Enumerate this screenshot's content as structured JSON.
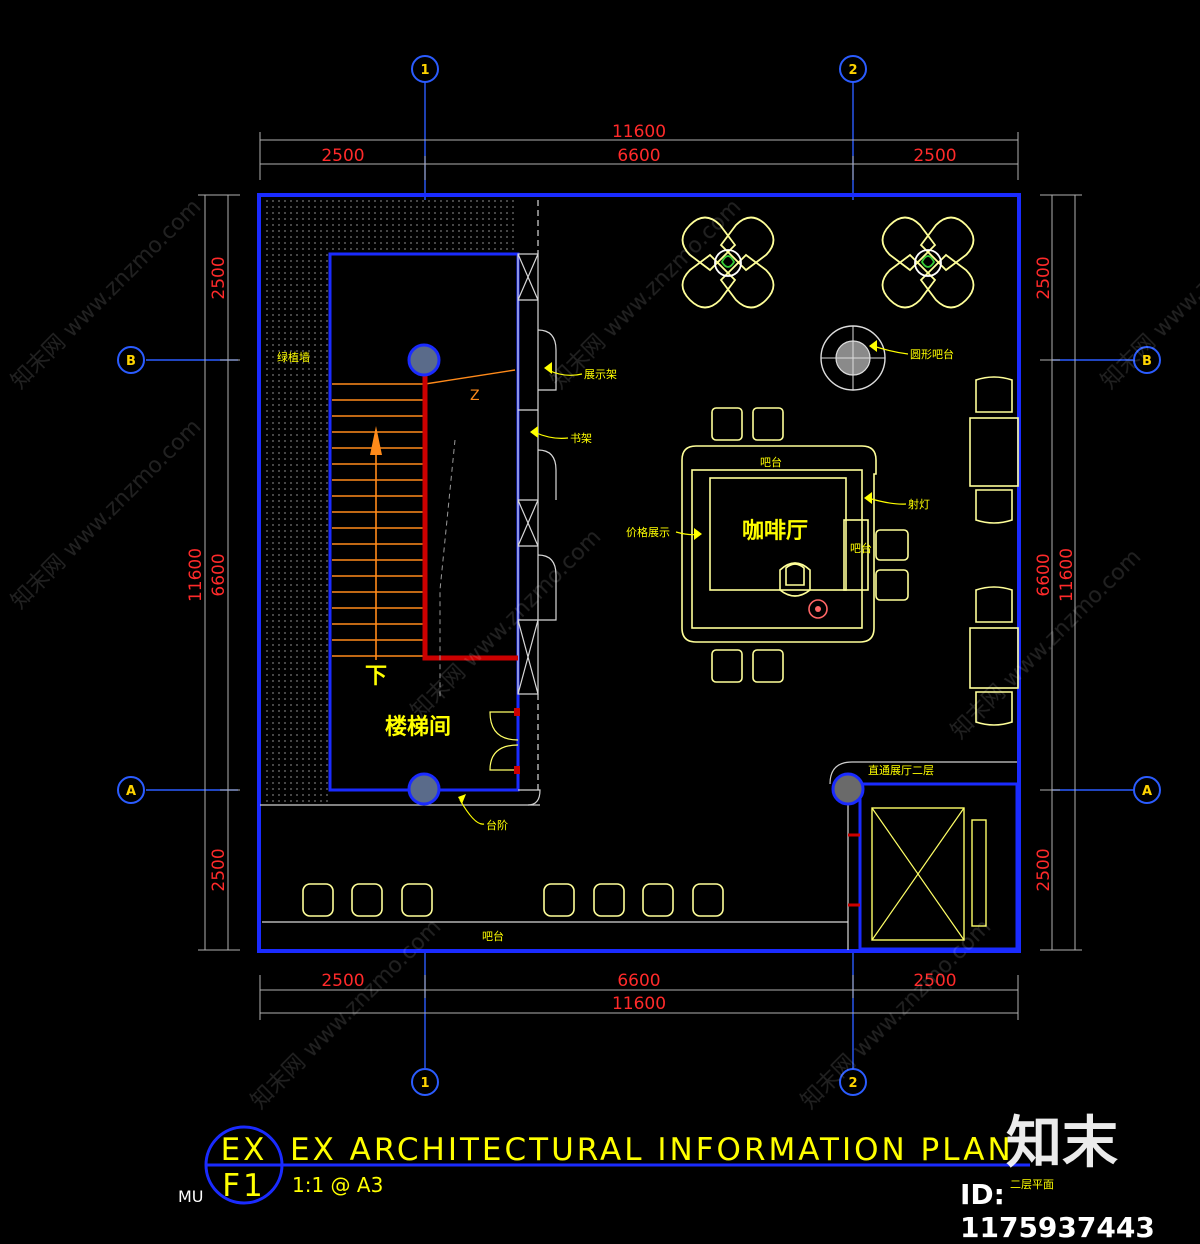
{
  "dimensions": {
    "top_total": "11600",
    "top_segments": [
      "2500",
      "6600",
      "2500"
    ],
    "bottom_segments": [
      "2500",
      "6600",
      "2500"
    ],
    "bottom_total": "11600",
    "left_segments": [
      "2500",
      "6600",
      "2500"
    ],
    "left_total": "11600",
    "right_segments": [
      "2500",
      "6600",
      "2500"
    ],
    "right_total": "11600"
  },
  "grid_axes": {
    "col1": "1",
    "col2": "2",
    "rowB": "B",
    "rowA": "A"
  },
  "rooms": {
    "stair": "楼梯间",
    "cafe": "咖啡厅",
    "stair_down": "下",
    "stair_break": "Z"
  },
  "labels": {
    "green_wall": "绿植墙",
    "display_shelf": "展示架",
    "book_shelf": "书架",
    "round_table": "圆形吧台",
    "counter_top": "吧台",
    "counter_right": "吧台",
    "counter_bottom": "吧台",
    "lamp": "射灯",
    "menu_board": "价格展示",
    "steps": "台阶",
    "elevator_note": "直通展厅二层"
  },
  "title_block": {
    "code_top": "EX",
    "code_bottom": "F1",
    "prefix": "MU",
    "title": "EX ARCHITECTURAL INFORMATION PLAN",
    "scale": "1:1 @ A3",
    "sub": "二层平面"
  },
  "watermark": {
    "logo": "知末",
    "id": "ID: 1175937443",
    "site": "知末网 www.znzmo.com"
  },
  "colors": {
    "background": "#000000",
    "wall": "#1a2bff",
    "furniture": "#ffff99",
    "dimension_text": "#ff2a2a",
    "grid_bubble": "#1a2bff",
    "stair": "#ff8a1a",
    "stair_rail": "#cc0000",
    "label": "#ffff00"
  }
}
